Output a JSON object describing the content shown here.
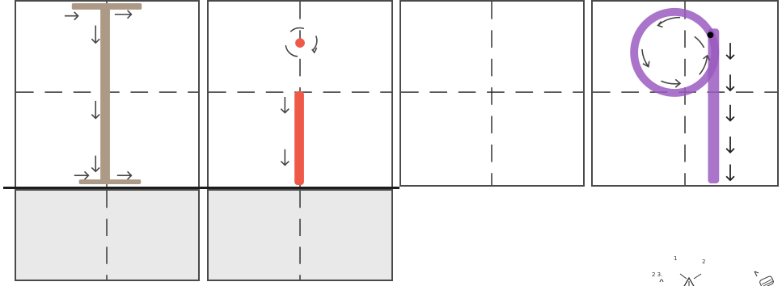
{
  "panels": [
    {
      "id": "box-1",
      "content": "letter-I",
      "shaded": false
    },
    {
      "id": "box-2",
      "content": "letter-i",
      "shaded": false
    },
    {
      "id": "box-3",
      "content": "empty",
      "shaded": false
    },
    {
      "id": "box-4",
      "content": "letter-q",
      "shaded": false
    },
    {
      "id": "box-5",
      "content": "empty",
      "shaded": true
    },
    {
      "id": "box-6",
      "content": "empty",
      "shaded": true
    }
  ],
  "colors": {
    "box_border": "#4a4a4a",
    "guide_dash": "#222222",
    "baseline": "#1c1c1c",
    "shaded_fill": "#e9e9e9",
    "letter_I": "#ad9a86",
    "letter_i": "#ef5a48",
    "letter_q": "#9a5cbf",
    "arrow": "#444444"
  },
  "footer_notes": {
    "label_1": "1",
    "label_2": "2",
    "label_2_3": "2 3."
  }
}
